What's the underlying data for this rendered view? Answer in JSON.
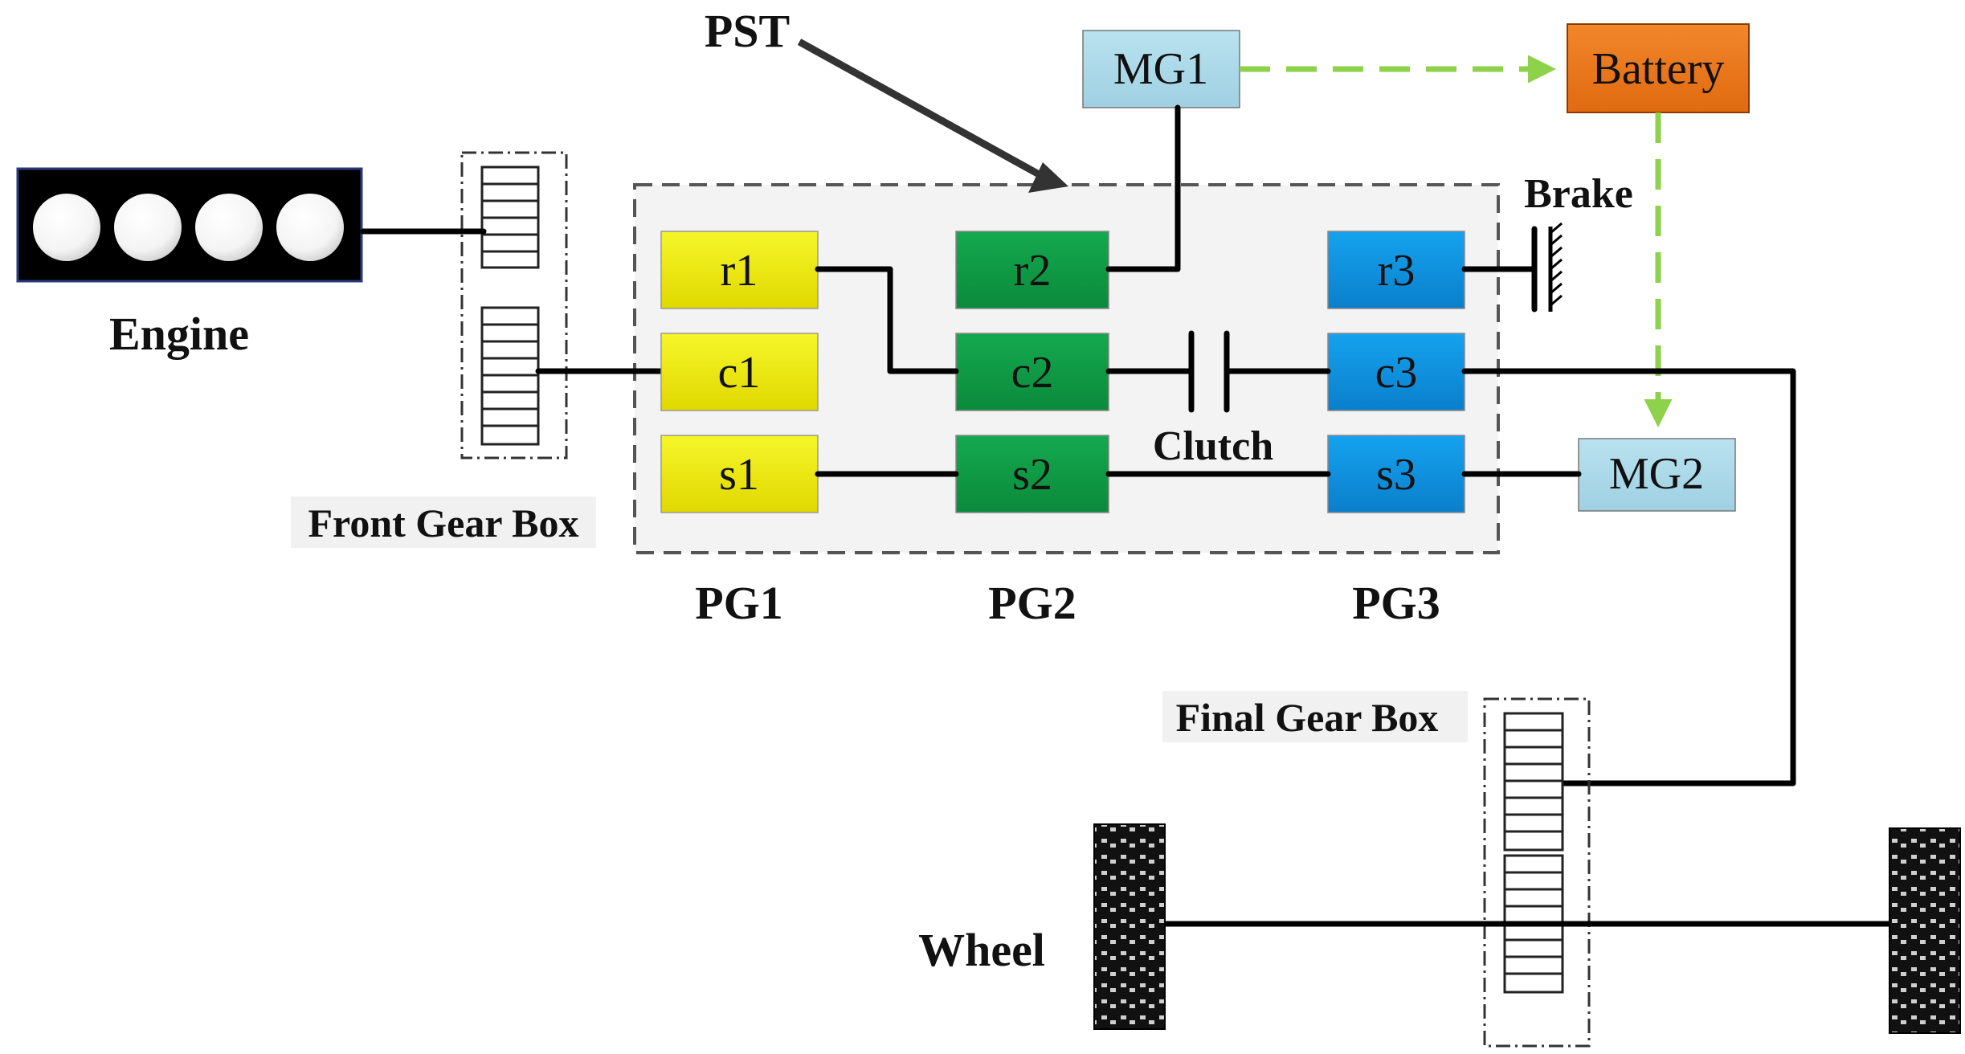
{
  "labels": {
    "engine": "Engine",
    "front_gear_box": "Front Gear Box",
    "final_gear_box": "Final Gear Box",
    "wheel": "Wheel",
    "pst": "PST",
    "brake": "Brake",
    "clutch": "Clutch",
    "pg1": "PG1",
    "pg2": "PG2",
    "pg3": "PG3"
  },
  "components": {
    "mg1": "MG1",
    "mg2": "MG2",
    "battery": "Battery"
  },
  "gears": {
    "r1": "r1",
    "c1": "c1",
    "s1": "s1",
    "r2": "r2",
    "c2": "c2",
    "s2": "s2",
    "r3": "r3",
    "c3": "c3",
    "s3": "s3"
  },
  "colors": {
    "pg1": "#f0f000",
    "pg2": "#0f9a45",
    "pg3": "#0b8fe0",
    "motor": "#a8d8e8",
    "battery": "#ee7a1e",
    "electric_link": "#8ed14a"
  }
}
